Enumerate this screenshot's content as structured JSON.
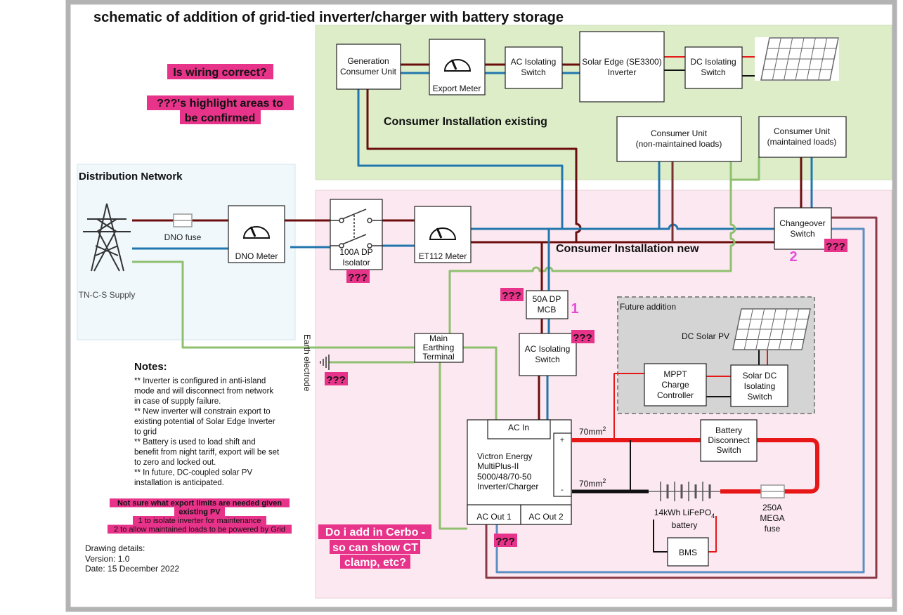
{
  "title": "schematic of addition of grid-tied inverter/charger with battery storage",
  "colors": {
    "frame": "#b3b3b3",
    "existing_zone": "#dcedc8",
    "new_zone": "#fce8f0",
    "distribution_zone": "#f0f8fc",
    "future_zone": "#d4d4d4",
    "live": "#6b0d0d",
    "neutral": "#2176ad",
    "earth": "#8fbf6f",
    "dc_positive": "#e81717",
    "dc_negative": "#111111",
    "highlight": "#e8338a",
    "number_label": "#e44bd9"
  },
  "questions": {
    "wiring": "Is wiring correct?",
    "highlight_line1": "???'s  highlight areas to",
    "highlight_line2": "be confirmed"
  },
  "zones": {
    "existing": "Consumer Installation existing",
    "new": "Consumer Installation new",
    "distribution": "Distribution Network",
    "future": "Future addition"
  },
  "components": {
    "gen_cu": [
      "Generation",
      "Consumer Unit"
    ],
    "export_meter": "Export Meter",
    "ac_iso_top": [
      "AC Isolating",
      "Switch"
    ],
    "solar_edge": [
      "Solar Edge (SE3300)",
      "Inverter"
    ],
    "dc_iso_top": [
      "DC Isolating",
      "Switch"
    ],
    "cu_non": [
      "Consumer Unit",
      "(non-maintained loads)"
    ],
    "cu_maint": [
      "Consumer Unit",
      "(maintained loads)"
    ],
    "dno_fuse": "DNO fuse",
    "dno_meter": "DNO Meter",
    "tn_cs": "TN-C-S Supply",
    "isolator": [
      "100A DP",
      "Isolator"
    ],
    "et112": "ET112 Meter",
    "changeover": [
      "Changeover",
      "Switch"
    ],
    "mcb": [
      "50A DP",
      "MCB"
    ],
    "ac_iso_new": [
      "AC Isolating",
      "Switch"
    ],
    "met": [
      "Main",
      "Earthing",
      "Terminal"
    ],
    "earth_electrode": "Earth electrode",
    "dc_solar_pv": "DC Solar PV",
    "mppt": [
      "MPPT",
      "Charge",
      "Controller"
    ],
    "solar_dc_iso": [
      "Solar DC",
      "Isolating",
      "Switch"
    ],
    "battery_disconnect": [
      "Battery",
      "Disconnect",
      "Switch"
    ],
    "victron": [
      "Victron Energy",
      "MultiPlus-II",
      "5000/48/70-50",
      "Inverter/Charger"
    ],
    "ac_in": "AC In",
    "ac_out1": "AC Out 1",
    "ac_out2": "AC Out 2",
    "plus": "+",
    "minus": "-",
    "cable_pos": "70mm",
    "cable_neg": "70mm",
    "cable_sup": "2",
    "battery_pre": "14kWh LiFePO",
    "battery_sub": "4",
    "battery_post": "battery",
    "bms": "BMS",
    "mega_fuse": [
      "250A",
      "MEGA",
      "fuse"
    ]
  },
  "markers": {
    "q": "???",
    "one": "1",
    "two": "2"
  },
  "notes": {
    "heading": "Notes:",
    "lines": [
      "** Inverter is configured in anti-island",
      "mode and will disconnect from network",
      "in case of supply failure.",
      "** New inverter will constrain export to",
      "existing potential of Solar Edge Inverter",
      "to grid",
      "** Battery is used to load shift and",
      "benefit from night tariff, export will be set",
      "to zero and locked out.",
      "** In future, DC-coupled solar PV",
      "installation is anticipated."
    ],
    "pink_lines": [
      "Not sure what export limits are needed given",
      "existing PV",
      "1 to isolate inverter for maintenance",
      "2 to allow maintained loads to be powered by Grid"
    ],
    "cerbo": [
      "Do i add in Cerbo -",
      "so can show CT",
      "clamp, etc?"
    ],
    "drawing": [
      "Drawing details:",
      "Version: 1.0",
      "Date: 15 December 2022"
    ]
  }
}
